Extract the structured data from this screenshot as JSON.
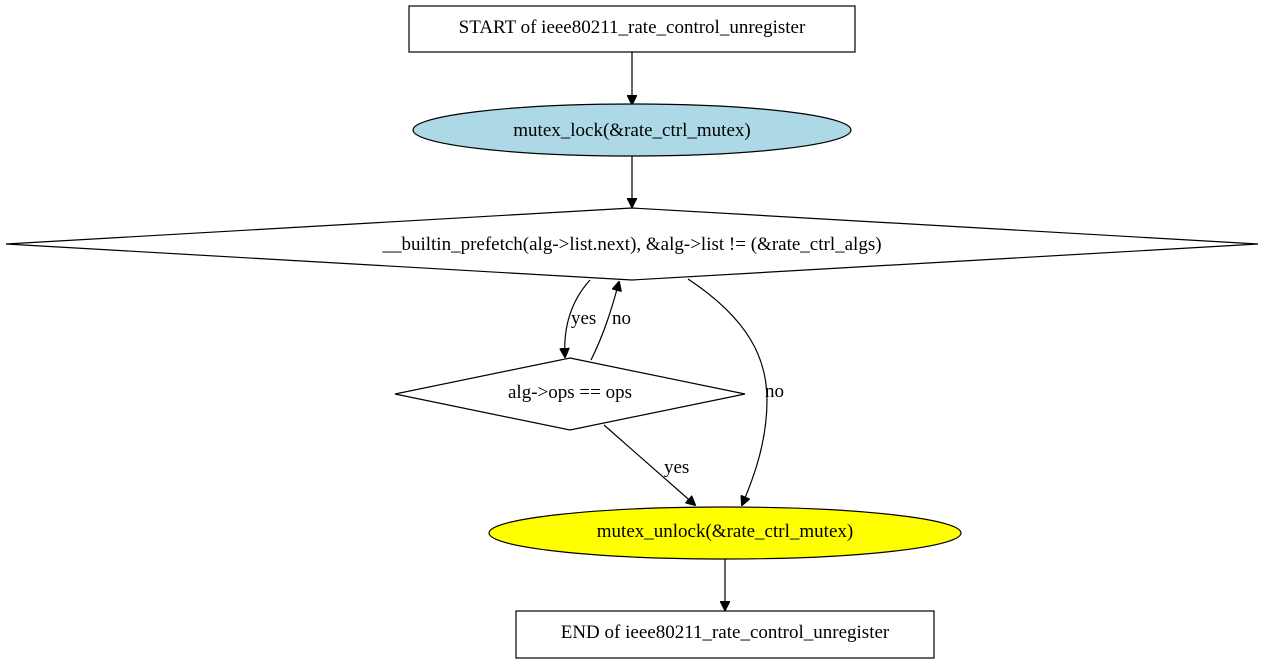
{
  "nodes": {
    "start": {
      "label": "START of ieee80211_rate_control_unregister",
      "fill": "#ffffff"
    },
    "lock": {
      "label": "mutex_lock(&rate_ctrl_mutex)",
      "fill": "#add8e6"
    },
    "loop_cond": {
      "label": "__builtin_prefetch(alg->list.next), &alg->list != (&rate_ctrl_algs)",
      "fill": "#ffffff"
    },
    "ops_check": {
      "label": "alg->ops == ops",
      "fill": "#ffffff"
    },
    "unlock": {
      "label": "mutex_unlock(&rate_ctrl_mutex)",
      "fill": "#ffff00"
    },
    "end": {
      "label": "END of ieee80211_rate_control_unregister",
      "fill": "#ffffff"
    }
  },
  "edges": {
    "loop_yes": "yes",
    "ops_no": "no",
    "loop_no": "no",
    "ops_yes": "yes"
  }
}
